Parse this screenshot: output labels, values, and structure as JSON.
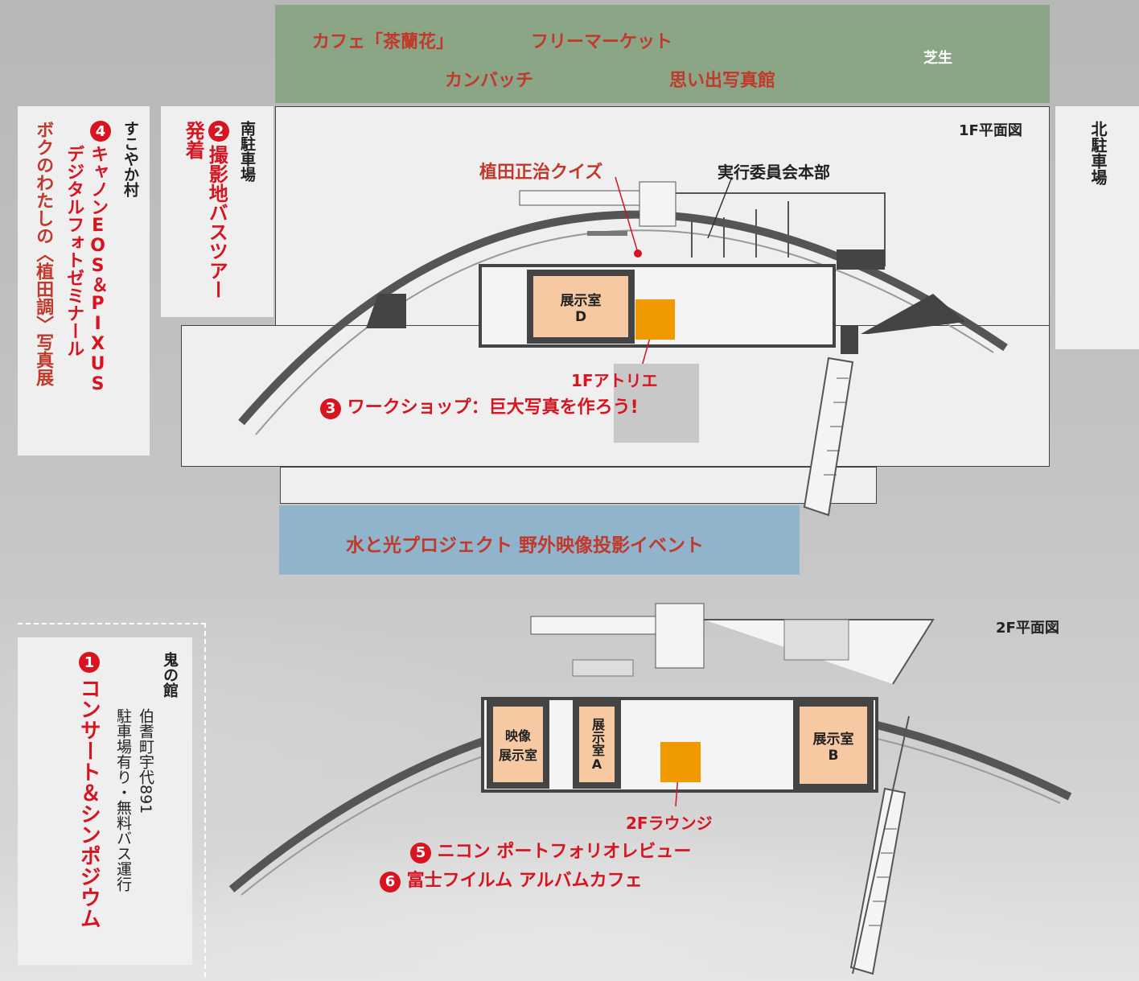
{
  "top_lawn": {
    "cafe": "カフェ「茶蘭花」",
    "flea": "フリーマーケット",
    "badge": "カンバッチ",
    "photo_hall": "思い出写真館",
    "lawn": "芝生"
  },
  "floor1": {
    "title": "1F平面図",
    "quiz": "植田正治クイズ",
    "hq": "実行委員会本部",
    "room_d_line1": "展示室",
    "room_d_line2": "D",
    "atelier": "1Fアトリエ",
    "workshop_num": "3",
    "workshop": "ワークショップ：巨大写真を作ろう!"
  },
  "north_parking": "北駐車場",
  "south_parking": "南駐車場",
  "bus_tour": {
    "num": "2",
    "label1": "撮影地バスツアー",
    "label2": "発着"
  },
  "sukoyaka": {
    "place": "すこやか村",
    "num": "4",
    "line1": "キャノンEOS＆PIXUS",
    "line2": "デジタルフォトゼミナール",
    "line3": "ボクのわたしの〈植田調〉写真展"
  },
  "water_event": "水と光プロジェクト 野外映像投影イベント",
  "oni": {
    "place": "鬼の館",
    "address": "伯耆町宇代891",
    "note": "駐車場有り・無料バス運行",
    "num": "1",
    "event": "コンサート＆シンポジウム"
  },
  "floor2": {
    "title": "2F平面図",
    "video_room_line1": "映像",
    "video_room_line2": "展示室",
    "room_a_line1": "展示室",
    "room_a_line2": "A",
    "room_b_line1": "展示室",
    "room_b_line2": "B",
    "lounge": "2Fラウンジ",
    "nikon_num": "5",
    "nikon": "ニコン ポートフォリオレビュー",
    "fuji_num": "6",
    "fuji": "富士フイルム アルバムカフェ"
  },
  "colors": {
    "accent_red": "#d7141f",
    "brown_red": "#c0392b",
    "lawn_green": "#8ba587",
    "water_blue": "#8fb4cc",
    "room_peach": "#f6c9a3",
    "orange": "#f09a00"
  }
}
